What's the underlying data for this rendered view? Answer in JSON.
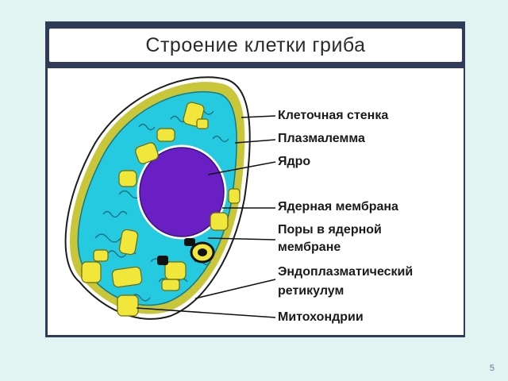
{
  "slide": {
    "title": "Строение клетки гриба",
    "page_number": "5"
  },
  "labels": {
    "cell_wall": "Клеточная стенка",
    "plasmalemma": "Плазмалемма",
    "nucleus": "Ядро",
    "nuclear_membrane": "Ядерная мембрана",
    "nuclear_pores_line1": "Поры в ядерной",
    "nuclear_pores_line2": "мембране",
    "er_line1": "Эндоплазматический",
    "er_line2": "ретикулум",
    "mitochondria": "Митохондрии"
  },
  "colors": {
    "background": "#e1f4f1",
    "frame": "#2f3b57",
    "cytoplasm": "#25c9e0",
    "cell_wall": "#c9c63a",
    "nucleus": "#6a1fc4",
    "mitochondria": "#f1e63a"
  }
}
